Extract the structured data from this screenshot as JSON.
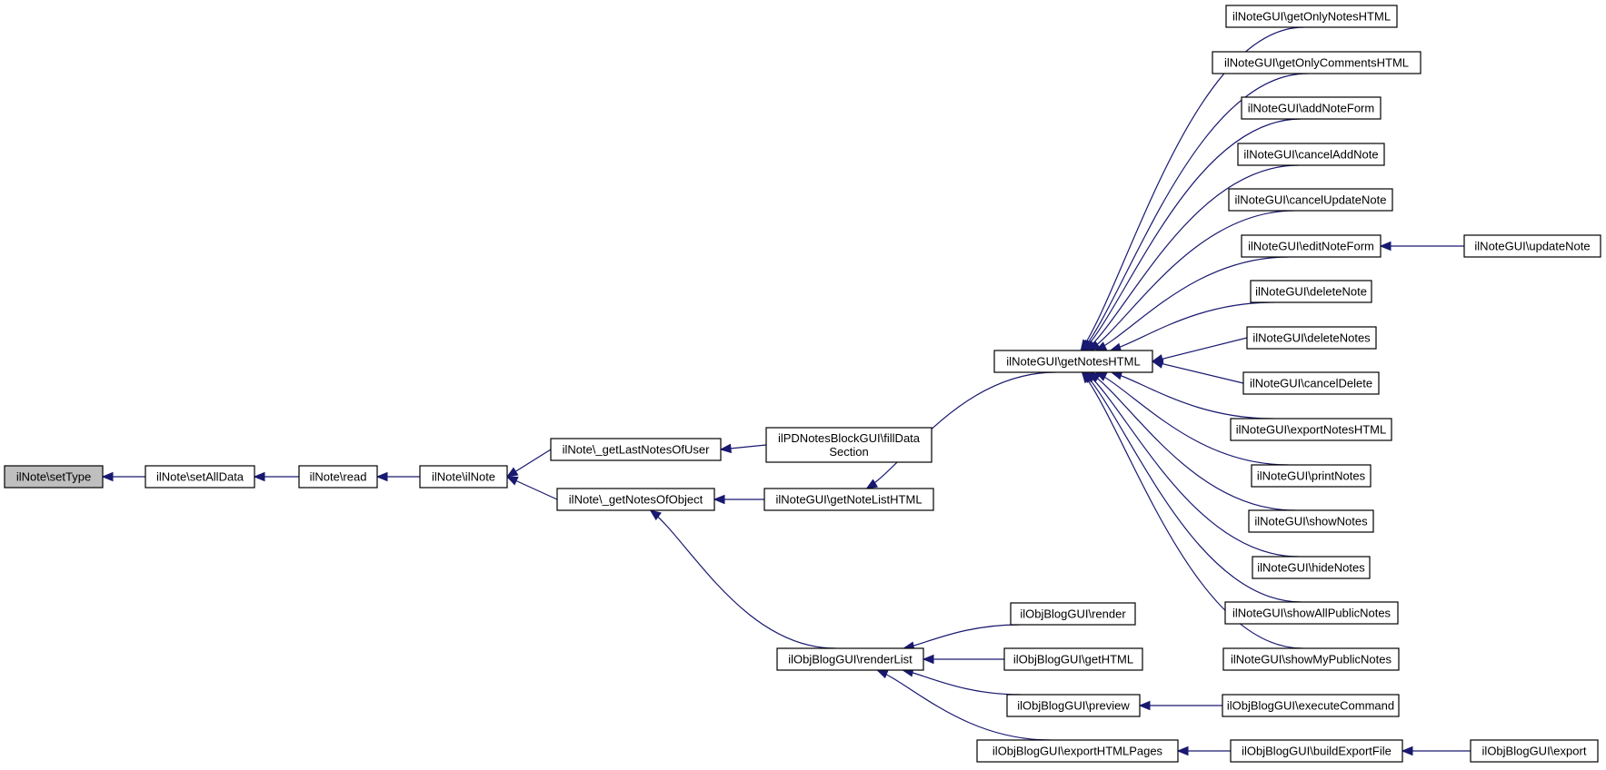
{
  "graph": {
    "edge_color": "#191970",
    "root_fill": "#bfbfbf",
    "nodes": {
      "setType": "ilNote\\setType",
      "setAllData": "ilNote\\setAllData",
      "read": "ilNote\\read",
      "ilNote": "ilNote\\ilNote",
      "getLastNotesOfUser": "ilNote\\_getLastNotesOfUser",
      "fillDataSection": [
        "ilPDNotesBlockGUI\\fillData",
        "Section"
      ],
      "getNotesOfObject": "ilNote\\_getNotesOfObject",
      "getNoteListHTML": "ilNoteGUI\\getNoteListHTML",
      "getNotesHTML": "ilNoteGUI\\getNotesHTML",
      "getOnlyNotesHTML": "ilNoteGUI\\getOnlyNotesHTML",
      "getOnlyCommentsHTML": "ilNoteGUI\\getOnlyCommentsHTML",
      "addNoteForm": "ilNoteGUI\\addNoteForm",
      "cancelAddNote": "ilNoteGUI\\cancelAddNote",
      "cancelUpdateNote": "ilNoteGUI\\cancelUpdateNote",
      "editNoteForm": "ilNoteGUI\\editNoteForm",
      "updateNote": "ilNoteGUI\\updateNote",
      "deleteNote": "ilNoteGUI\\deleteNote",
      "deleteNotes": "ilNoteGUI\\deleteNotes",
      "cancelDelete": "ilNoteGUI\\cancelDelete",
      "exportNotesHTML": "ilNoteGUI\\exportNotesHTML",
      "printNotes": "ilNoteGUI\\printNotes",
      "showNotes": "ilNoteGUI\\showNotes",
      "hideNotes": "ilNoteGUI\\hideNotes",
      "showAllPublicNotes": "ilNoteGUI\\showAllPublicNotes",
      "showMyPublicNotes": "ilNoteGUI\\showMyPublicNotes",
      "renderList": "ilObjBlogGUI\\renderList",
      "render": "ilObjBlogGUI\\render",
      "getHTML": "ilObjBlogGUI\\getHTML",
      "preview": "ilObjBlogGUI\\preview",
      "executeCommand": "ilObjBlogGUI\\executeCommand",
      "exportHTMLPages": "ilObjBlogGUI\\exportHTMLPages",
      "buildExportFile": "ilObjBlogGUI\\buildExportFile",
      "export": "ilObjBlogGUI\\export"
    },
    "edges": [
      [
        "setAllData",
        "setType"
      ],
      [
        "read",
        "setAllData"
      ],
      [
        "ilNote",
        "read"
      ],
      [
        "getLastNotesOfUser",
        "ilNote"
      ],
      [
        "getNotesOfObject",
        "ilNote"
      ],
      [
        "fillDataSection",
        "getLastNotesOfUser"
      ],
      [
        "getNoteListHTML",
        "getNotesOfObject"
      ],
      [
        "renderList",
        "getNotesOfObject"
      ],
      [
        "getNotesHTML",
        "getNoteListHTML"
      ],
      [
        "getOnlyNotesHTML",
        "getNotesHTML"
      ],
      [
        "getOnlyCommentsHTML",
        "getNotesHTML"
      ],
      [
        "addNoteForm",
        "getNotesHTML"
      ],
      [
        "cancelAddNote",
        "getNotesHTML"
      ],
      [
        "cancelUpdateNote",
        "getNotesHTML"
      ],
      [
        "editNoteForm",
        "getNotesHTML"
      ],
      [
        "deleteNote",
        "getNotesHTML"
      ],
      [
        "deleteNotes",
        "getNotesHTML"
      ],
      [
        "cancelDelete",
        "getNotesHTML"
      ],
      [
        "exportNotesHTML",
        "getNotesHTML"
      ],
      [
        "printNotes",
        "getNotesHTML"
      ],
      [
        "showNotes",
        "getNotesHTML"
      ],
      [
        "hideNotes",
        "getNotesHTML"
      ],
      [
        "showAllPublicNotes",
        "getNotesHTML"
      ],
      [
        "showMyPublicNotes",
        "getNotesHTML"
      ],
      [
        "updateNote",
        "editNoteForm"
      ],
      [
        "render",
        "renderList"
      ],
      [
        "getHTML",
        "renderList"
      ],
      [
        "preview",
        "renderList"
      ],
      [
        "exportHTMLPages",
        "renderList"
      ],
      [
        "executeCommand",
        "preview"
      ],
      [
        "buildExportFile",
        "exportHTMLPages"
      ],
      [
        "export",
        "buildExportFile"
      ]
    ]
  }
}
